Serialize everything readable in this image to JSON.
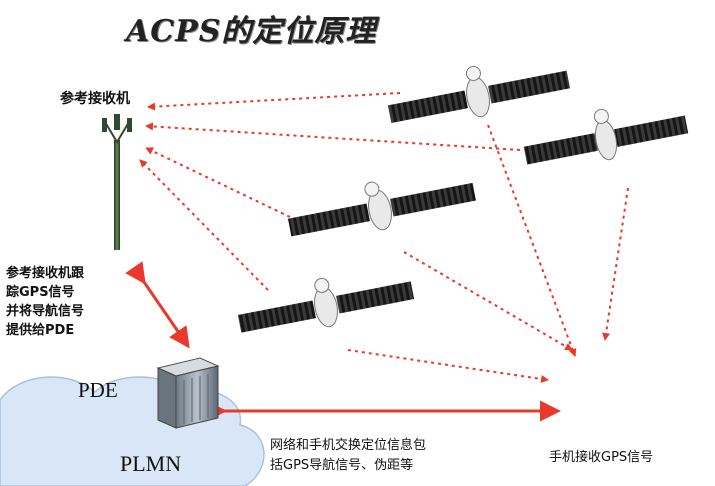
{
  "title": "ACPS的定位原理",
  "reference_receiver": {
    "title": "参考接收机",
    "description": [
      "参考接收机跟",
      "踪GPS信号",
      "并将导航信号",
      "提供给PDE"
    ]
  },
  "pde_label": "PDE",
  "plmn_label": "PLMN",
  "exchange_text": [
    "网络和手机交换定位信息包",
    "括GPS导航信号、伪距等"
  ],
  "phone_label": "手机接收GPS信号",
  "colors": {
    "arrow": "#e8392a",
    "cloud": "#d8e6f8",
    "antenna": "#2f4a2f",
    "satellite_panel": "#1a1a1a"
  }
}
